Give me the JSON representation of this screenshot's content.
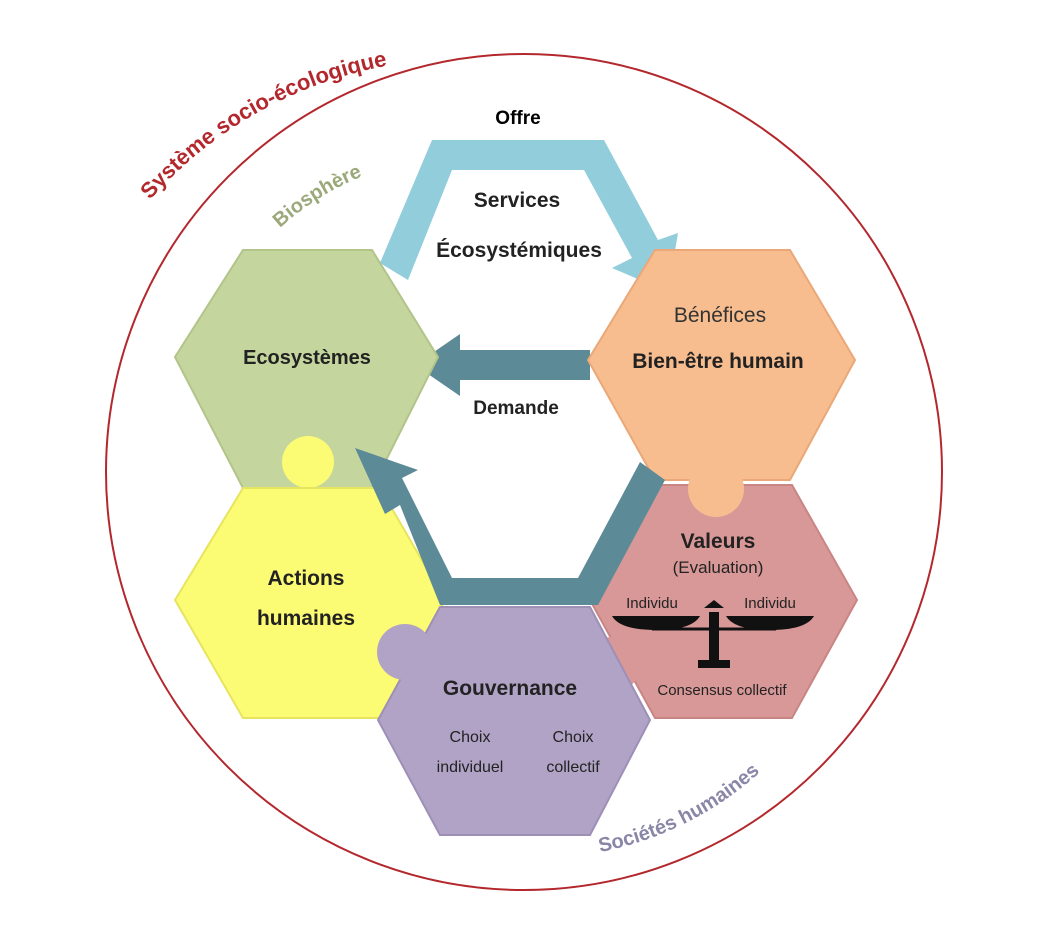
{
  "labels": {
    "system": "Système socio-écologique",
    "biosphere": "Biosphère",
    "societies": "Sociétés humaines",
    "offre": "Offre",
    "demande": "Demande"
  },
  "services": {
    "line1": "Services",
    "line2": "Écosystémiques"
  },
  "ecosystems": {
    "title": "Ecosystèmes"
  },
  "benefits": {
    "label": "Bénéfices",
    "title": "Bien-être humain"
  },
  "actions": {
    "line1": "Actions",
    "line2": "humaines"
  },
  "values": {
    "title": "Valeurs",
    "subtitle": "(Evaluation)",
    "individu_left": "Individu",
    "individu_right": "Individu",
    "consensus": "Consensus collectif"
  },
  "governance": {
    "title": "Gouvernance",
    "choice_ind_1": "Choix",
    "choice_ind_2": "individuel",
    "choice_col_1": "Choix",
    "choice_col_2": "collectif"
  },
  "colors": {
    "circle": "#b3282d",
    "system_text": "#b3282d",
    "biosphere_text": "#9aa87a",
    "societies_text": "#8a86a8",
    "ecosystems_fill": "#c5d59e",
    "ecosystems_stroke": "#b2c48a",
    "benefits_fill": "#f7bd8f",
    "benefits_stroke": "#eaa878",
    "actions_fill": "#fbfb74",
    "actions_stroke": "#e7e45f",
    "values_fill": "#d89897",
    "values_stroke": "#c88584",
    "governance_fill": "#b1a3c6",
    "governance_stroke": "#9d8fb6",
    "offre_arrow": "#92cddc",
    "demande_arrow": "#5d8a97"
  },
  "icons": {
    "scale": "balance-scale-icon"
  }
}
